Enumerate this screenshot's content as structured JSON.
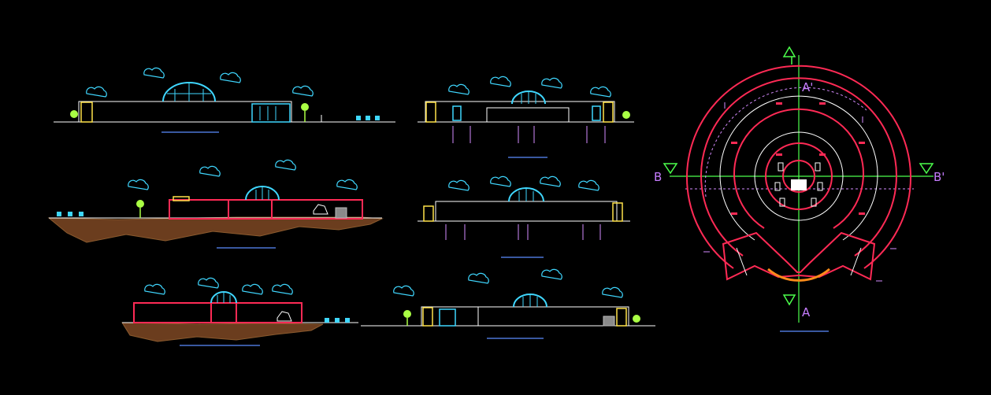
{
  "drawing": {
    "background": "#000000",
    "colors": {
      "ground_line": "#ffffff",
      "wall": "#ff2a55",
      "dome": "#3fd7ff",
      "cloud": "#3fd7ff",
      "tree": "#aaff44",
      "soil": "#6b3d1e",
      "dimension": "#d58bff",
      "label": "#5b8cff",
      "plan_ring": "#ff2a55",
      "axis": "#4cff4c"
    },
    "markers": {
      "a_prime": "A'",
      "a": "A",
      "b": "B",
      "b_prime": "B'"
    },
    "icons": [
      "cloud-icon",
      "tree-icon",
      "dome-icon",
      "section-arrow-icon"
    ]
  }
}
